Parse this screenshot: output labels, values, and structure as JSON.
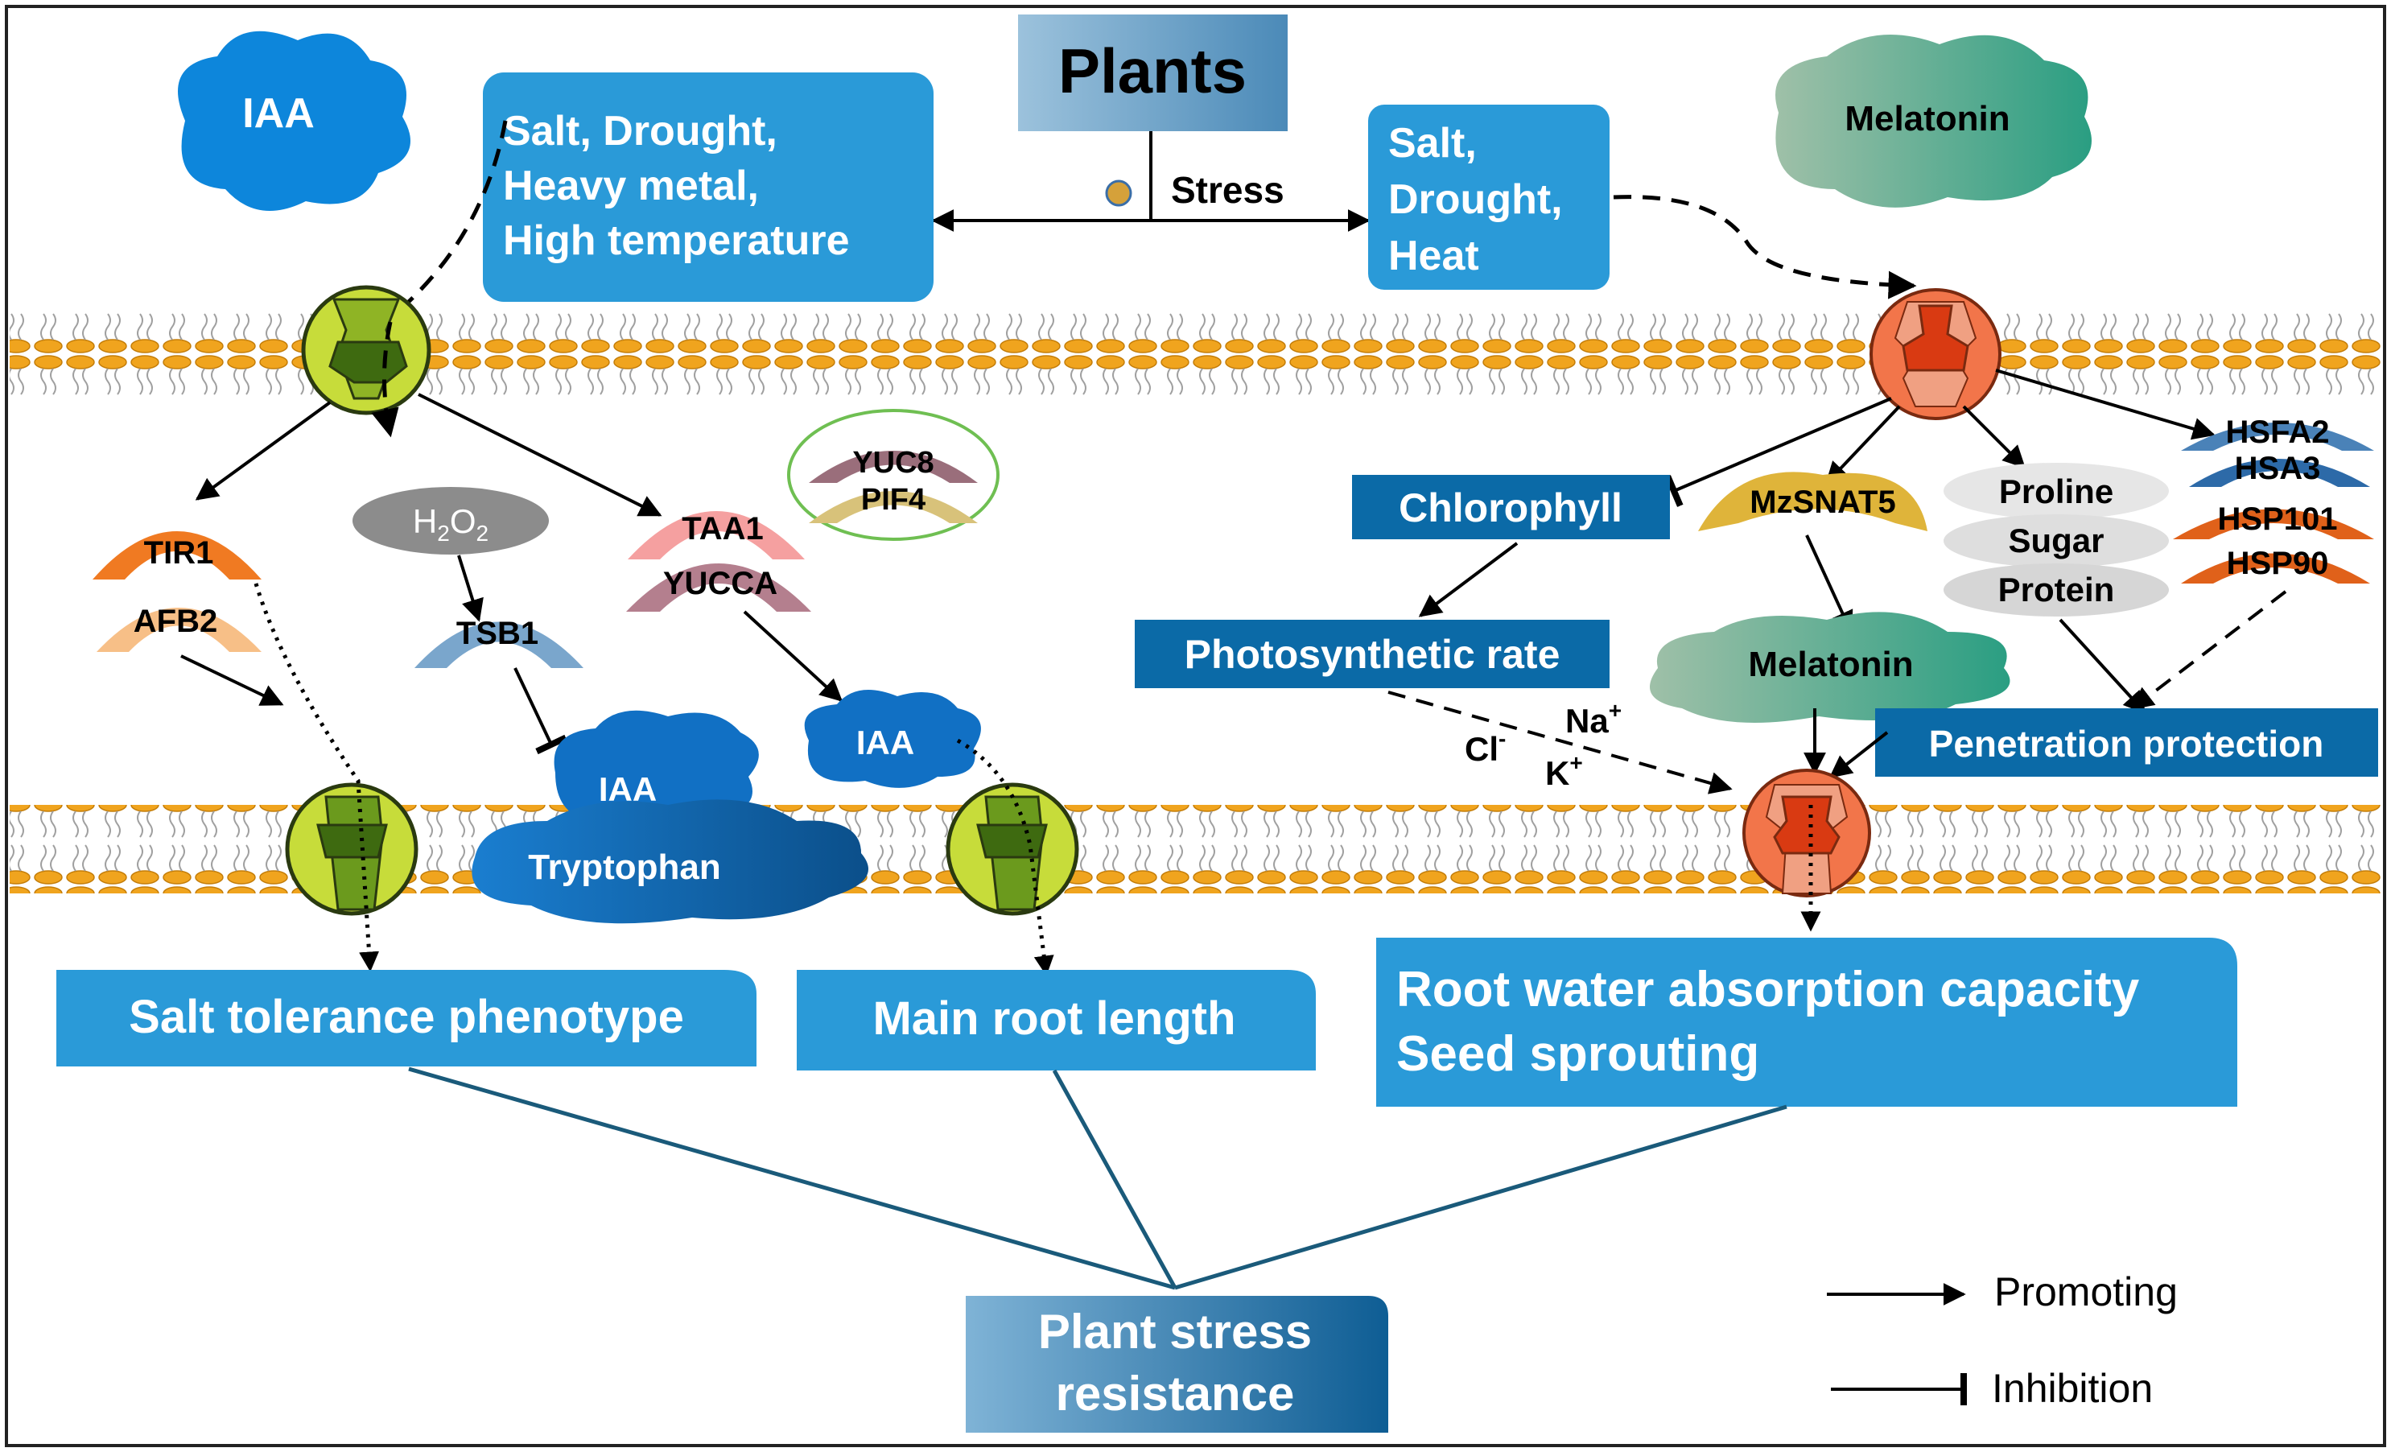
{
  "title": "Plants",
  "stress_label": "Stress",
  "left_stress": [
    "Salt, Drought,",
    "Heavy metal,",
    "High temperature"
  ],
  "right_stress": [
    "Salt,",
    "Drought,",
    "Heat"
  ],
  "iaa_cloud": "IAA",
  "melatonin_cloud": "Melatonin",
  "left": {
    "tir1": "TIR1",
    "afb2": "AFB2",
    "h2o2": {
      "base": "H",
      "sub1": "2",
      "mid": "O",
      "sub2": "2"
    },
    "tsb1": "TSB1",
    "taa1": "TAA1",
    "yucca": "YUCCA",
    "yuc8": "YUC8",
    "pif4": "PIF4",
    "iaa_small": "IAA",
    "iaa_cloud2": "IAA",
    "tryptophan": "Tryptophan"
  },
  "right": {
    "chlorophyll": "Chlorophyll",
    "mzsnat5": "MzSNAT5",
    "proline": "Proline",
    "sugar": "Sugar",
    "protein": "Protein",
    "hsfa2": "HSFA2",
    "hsa3": "HSA3",
    "hsp101": "HSP101",
    "hsp90": "HSP90",
    "photosynthetic_rate": "Photosynthetic rate",
    "melatonin_inner": "Melatonin",
    "penetration": "Penetration protection",
    "ion_na": "Na",
    "ion_na_sup": "+",
    "ion_cl": "Cl",
    "ion_cl_sup": "-",
    "ion_k": "K",
    "ion_k_sup": "+"
  },
  "outcomes": {
    "salt_tolerance": "Salt tolerance phenotype",
    "main_root": "Main root length",
    "root_water": [
      "Root water absorption capacity",
      "Seed sprouting"
    ]
  },
  "result": [
    "Plant stress",
    "resistance"
  ],
  "legend": {
    "promoting": "Promoting",
    "inhibition": "Inhibition"
  },
  "colors": {
    "box_blue": "#2a9ad8",
    "dark_blue": "#0b6aa7",
    "membrane_orange": "#f0a41e",
    "green_channel": "#b8d61c",
    "red_channel": "#f2754a"
  }
}
